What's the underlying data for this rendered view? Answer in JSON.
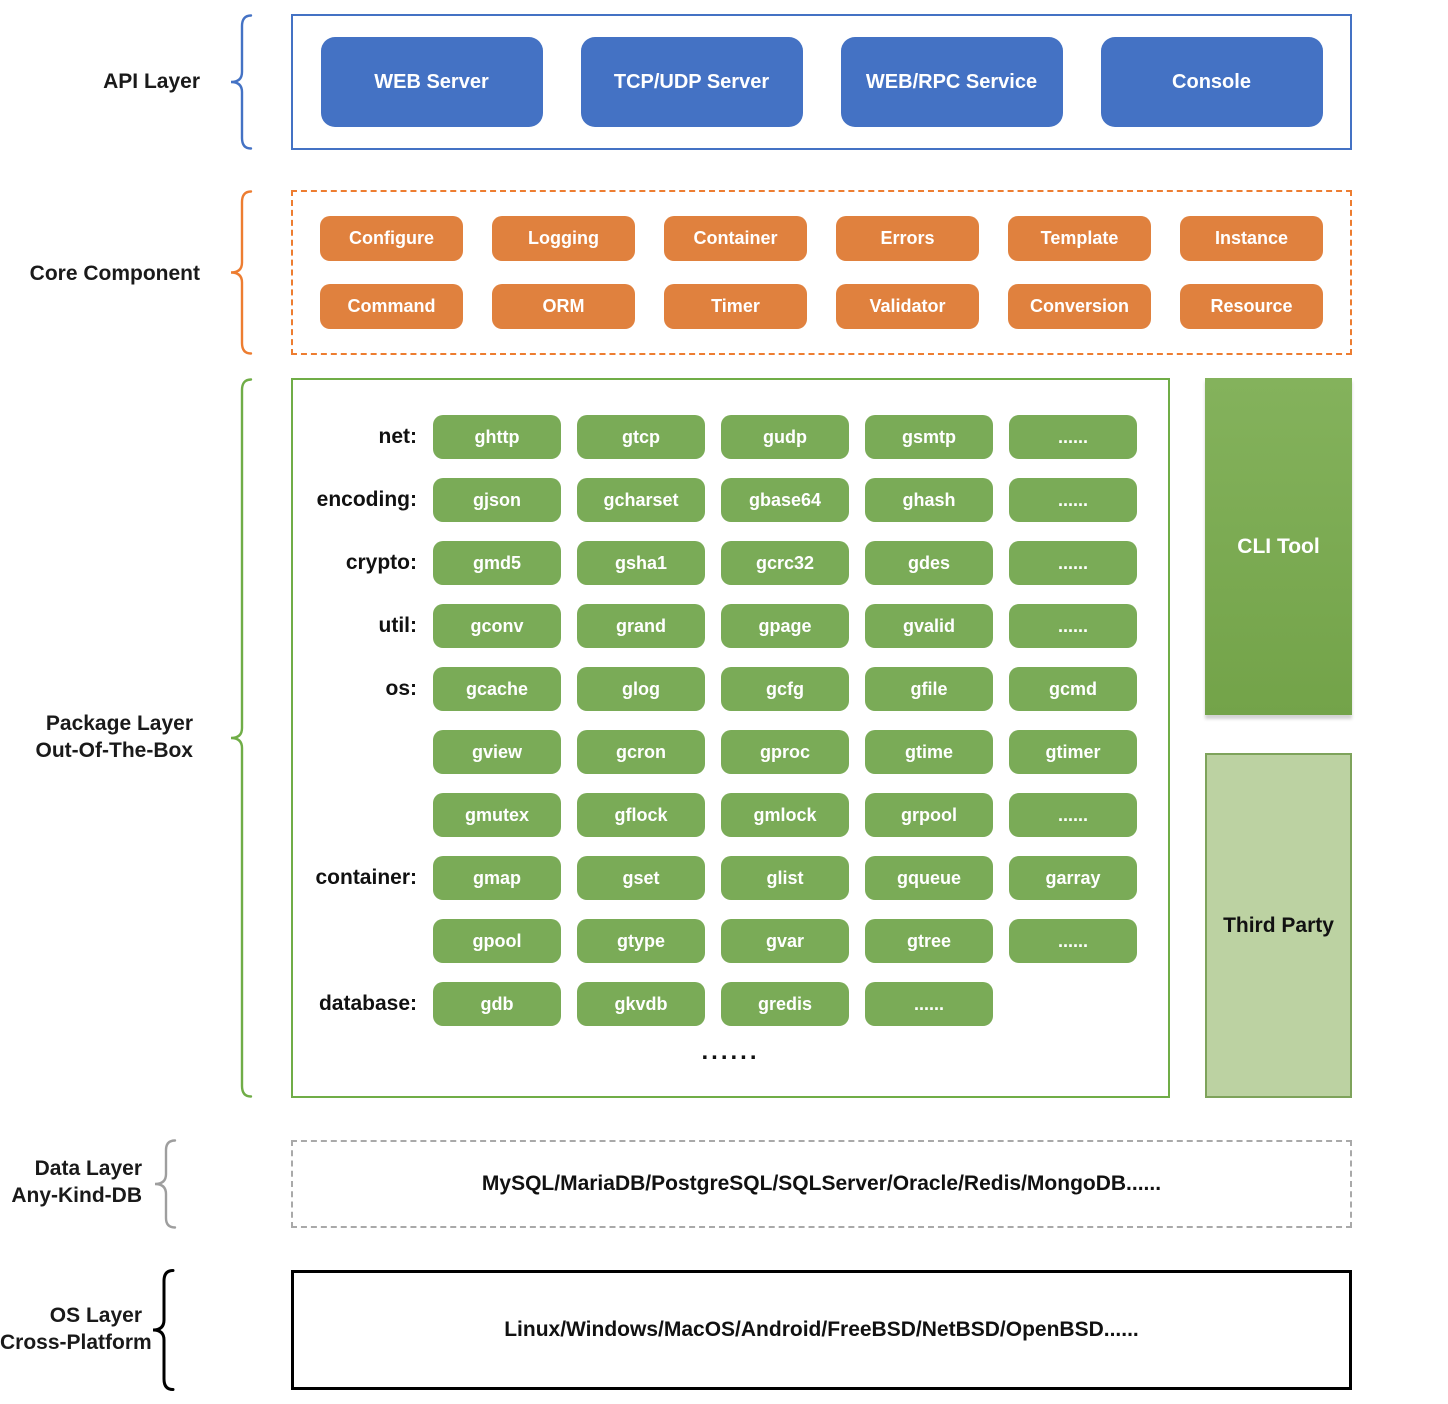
{
  "layers": {
    "api": {
      "label": "API Layer",
      "items": [
        "WEB Server",
        "TCP/UDP Server",
        "WEB/RPC Service",
        "Console"
      ]
    },
    "core": {
      "label": "Core Component",
      "rows": [
        [
          "Configure",
          "Logging",
          "Container",
          "Errors",
          "Template",
          "Instance"
        ],
        [
          "Command",
          "ORM",
          "Timer",
          "Validator",
          "Conversion",
          "Resource"
        ]
      ]
    },
    "package": {
      "label_line1": "Package Layer",
      "label_line2": "Out-Of-The-Box",
      "rows": [
        {
          "label": "net:",
          "items": [
            "ghttp",
            "gtcp",
            "gudp",
            "gsmtp",
            "......"
          ]
        },
        {
          "label": "encoding:",
          "items": [
            "gjson",
            "gcharset",
            "gbase64",
            "ghash",
            "......"
          ]
        },
        {
          "label": "crypto:",
          "items": [
            "gmd5",
            "gsha1",
            "gcrc32",
            "gdes",
            "......"
          ]
        },
        {
          "label": "util:",
          "items": [
            "gconv",
            "grand",
            "gpage",
            "gvalid",
            "......"
          ]
        },
        {
          "label": "os:",
          "items": [
            "gcache",
            "glog",
            "gcfg",
            "gfile",
            "gcmd"
          ]
        },
        {
          "label": "",
          "items": [
            "gview",
            "gcron",
            "gproc",
            "gtime",
            "gtimer"
          ]
        },
        {
          "label": "",
          "items": [
            "gmutex",
            "gflock",
            "gmlock",
            "grpool",
            "......"
          ]
        },
        {
          "label": "container:",
          "items": [
            "gmap",
            "gset",
            "glist",
            "gqueue",
            "garray"
          ]
        },
        {
          "label": "",
          "items": [
            "gpool",
            "gtype",
            "gvar",
            "gtree",
            "......"
          ]
        },
        {
          "label": "database:",
          "items": [
            "gdb",
            "gkvdb",
            "gredis",
            "......"
          ]
        }
      ],
      "more": "......",
      "cli_tool": "CLI Tool",
      "third_party": "Third Party"
    },
    "data": {
      "label_line1": "Data Layer",
      "label_line2": "Any-Kind-DB",
      "content": "MySQL/MariaDB/PostgreSQL/SQLServer/Oracle/Redis/MongoDB......"
    },
    "os": {
      "label_line1": "OS Layer",
      "label_line2": "Cross-Platform",
      "content": "Linux/Windows/MacOS/Android/FreeBSD/NetBSD/OpenBSD......"
    }
  },
  "colors": {
    "api_accent": "#4472C4",
    "core_accent": "#ED7D31",
    "core_button": "#E0813E",
    "package_accent": "#70AD47",
    "package_button": "#7AAB57",
    "cli_tool_green": "#78A84F",
    "third_party_green": "#BCD2A2",
    "data_accent": "#A9A9A9",
    "os_accent": "#000000"
  }
}
